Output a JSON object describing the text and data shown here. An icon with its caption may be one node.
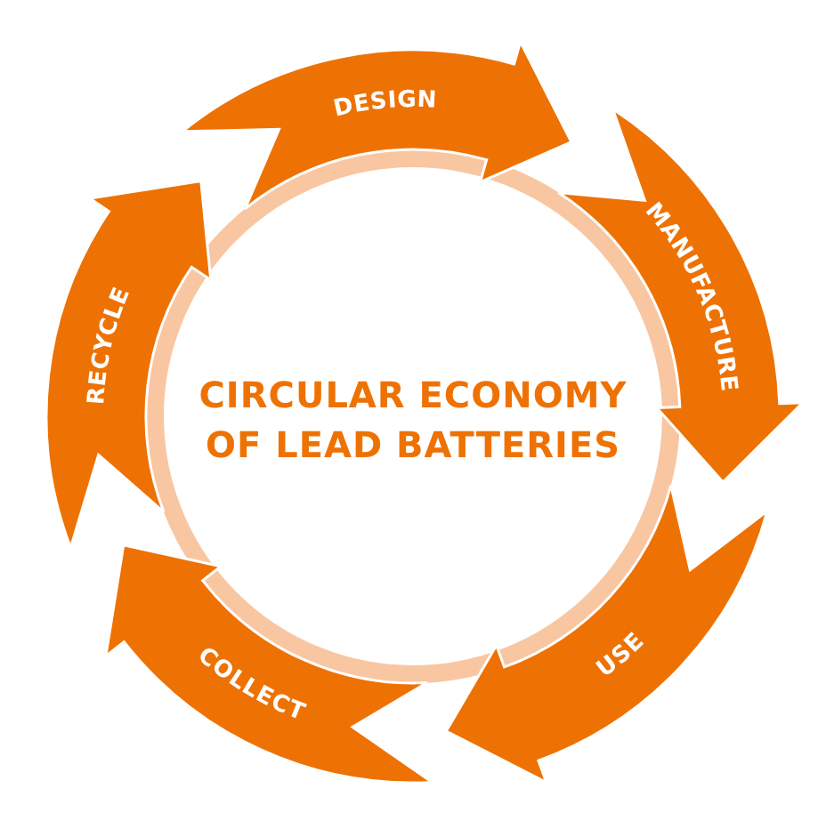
{
  "diagram": {
    "title": "CIRCULAR ECONOMY OF LEAD BATTERIES",
    "nodes": [
      {
        "text": [
          "DESIGN"
        ]
      },
      {
        "text": [
          "MANUFACTURE"
        ]
      },
      {
        "text": [
          "USE"
        ]
      },
      {
        "text": [
          "COLLECT"
        ]
      },
      {
        "text": [
          "RECYCLE"
        ]
      }
    ]
  }
}
